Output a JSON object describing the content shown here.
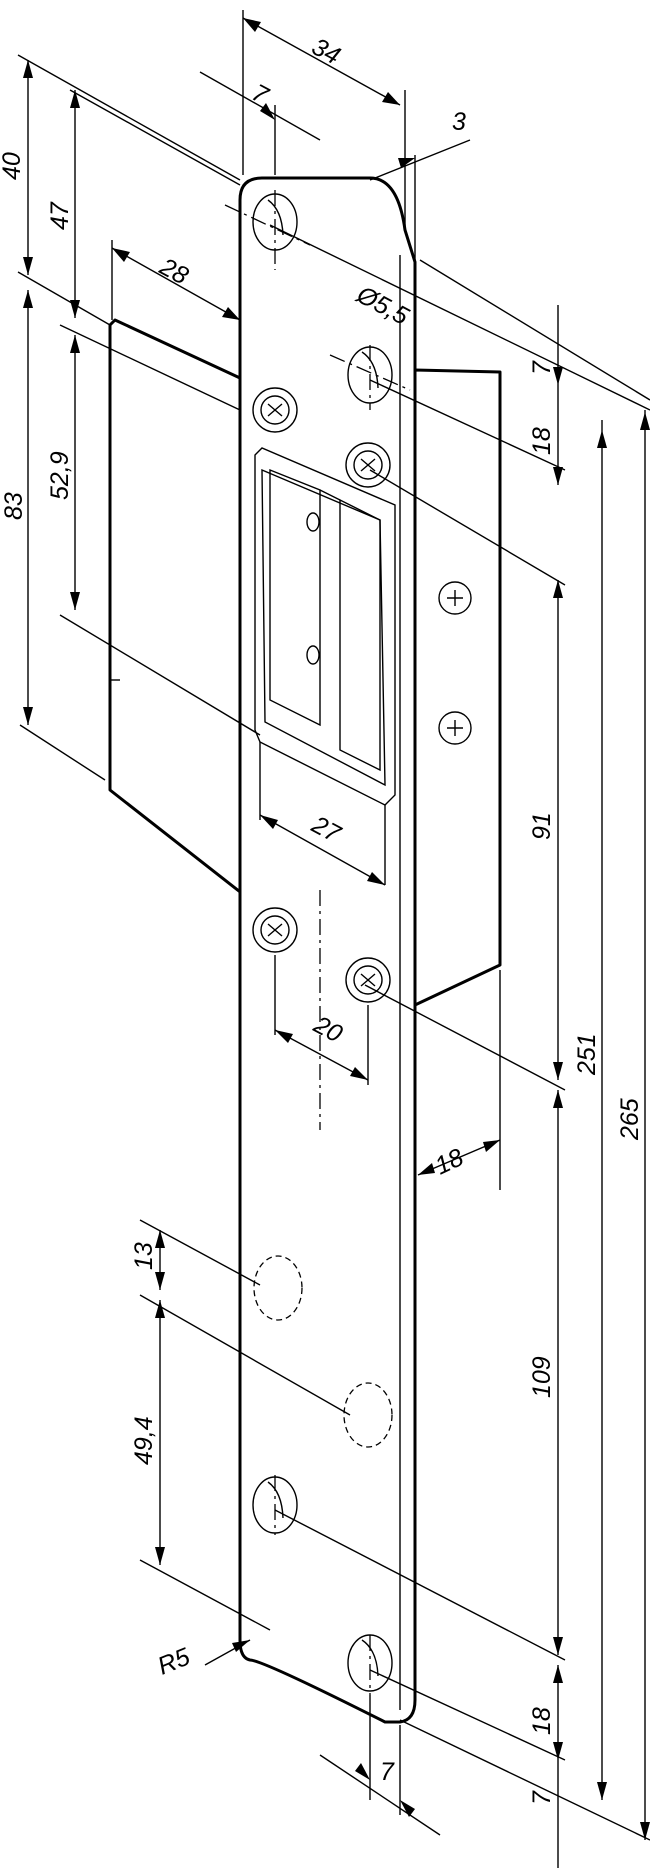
{
  "drawing": {
    "dimensions": {
      "top_width": "34",
      "hole_offset_top": "7",
      "plate_thickness": "3",
      "tongue_width": "28",
      "hole_diameter": "Ø5,5",
      "height_40": "40",
      "height_47": "47",
      "height_83": "83",
      "height_52_9": "52,9",
      "right_7_top": "7",
      "right_18_top": "18",
      "box_width": "27",
      "height_91": "91",
      "height_251": "251",
      "height_265": "265",
      "screw_spacing": "20",
      "box_depth": "18",
      "left_13": "13",
      "left_49_4": "49,4",
      "height_109": "109",
      "corner_radius": "R5",
      "right_18_bottom": "18",
      "right_7_bottom": "7",
      "bottom_7": "7"
    }
  }
}
